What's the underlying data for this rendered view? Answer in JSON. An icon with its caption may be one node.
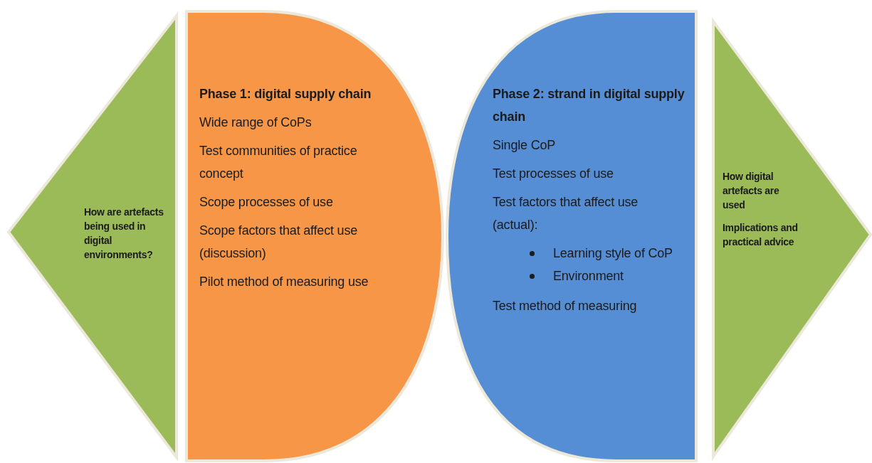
{
  "diagram": {
    "nodes": [
      {
        "text": [
          "How are artefacts being used in digital environments?"
        ]
      },
      {
        "text": [
          "Phase 1: digital supply chain",
          "Wide range of CoPs",
          "Test communities of practice concept",
          "Scope processes of use",
          "Scope factors that affect use (discussion)",
          "Pilot method of measuring use"
        ]
      },
      {
        "text": [
          "Phase 2: strand in digital supply chain",
          "Single CoP",
          "Test processes of use",
          "Test factors that affect use (actual):",
          "Learning style of CoP",
          "Environment",
          "Test method of measuring"
        ]
      },
      {
        "text": [
          "How digital artefacts are used",
          "Implications and practical advice"
        ]
      }
    ]
  }
}
